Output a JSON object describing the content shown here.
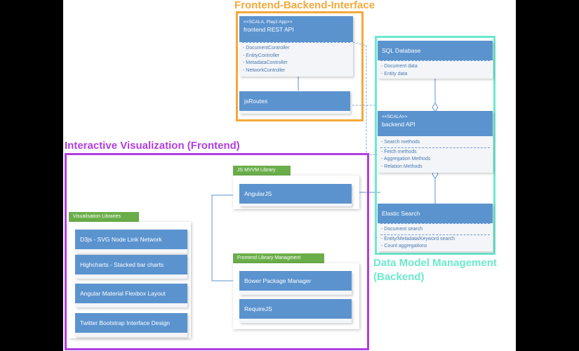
{
  "colors": {
    "frontend_backend": "#f5a83b",
    "visualization": "#b23ee0",
    "data_model": "#6ce8cd",
    "uml_blue": "#5b93cf",
    "package_green": "#6aae4a"
  },
  "groups": {
    "frontend_backend_title": "Frontend-Backend-Interface",
    "visualization_title": "Interactive Visualization (Frontend)",
    "data_model_title_line1": "Data Model Management",
    "data_model_title_line2": "(Backend)"
  },
  "rest_api": {
    "stereotype": "<<SCALA, Play2 App>>",
    "name": "frontend REST API",
    "items": [
      "DocumentController",
      "EntityController",
      "MetadataController",
      "NetworkController"
    ]
  },
  "jsroutes": {
    "name": "jsRoutes"
  },
  "sql_db": {
    "name": "SQL Database",
    "items": [
      "Document data",
      "Entity data"
    ]
  },
  "backend_api": {
    "stereotype": "<<SCALA>>",
    "name": "backend API",
    "items": [
      "Search methods",
      "Fetch methods",
      "Aggregation Methods",
      "Relation Methods"
    ]
  },
  "elastic": {
    "name": "Elastic Search",
    "items": [
      "Document search",
      "Entity/Metadata/Keyword search",
      "Count aggregations"
    ]
  },
  "js_mvvm": {
    "label": "JS MVVM Library",
    "items": [
      "AngularJS"
    ]
  },
  "vis_libs": {
    "label": "Visualisation Libraries",
    "items": [
      "D3js - SVG Node Link Network",
      "Highcharts - Stacked bar charts",
      "Angular Material Flexbox Layout",
      "Twitter Bootstrap Interface Design"
    ]
  },
  "lib_mgmt": {
    "label": "Frontend Library Managment",
    "items": [
      "Bower Package Manager",
      "RequireJS"
    ]
  }
}
